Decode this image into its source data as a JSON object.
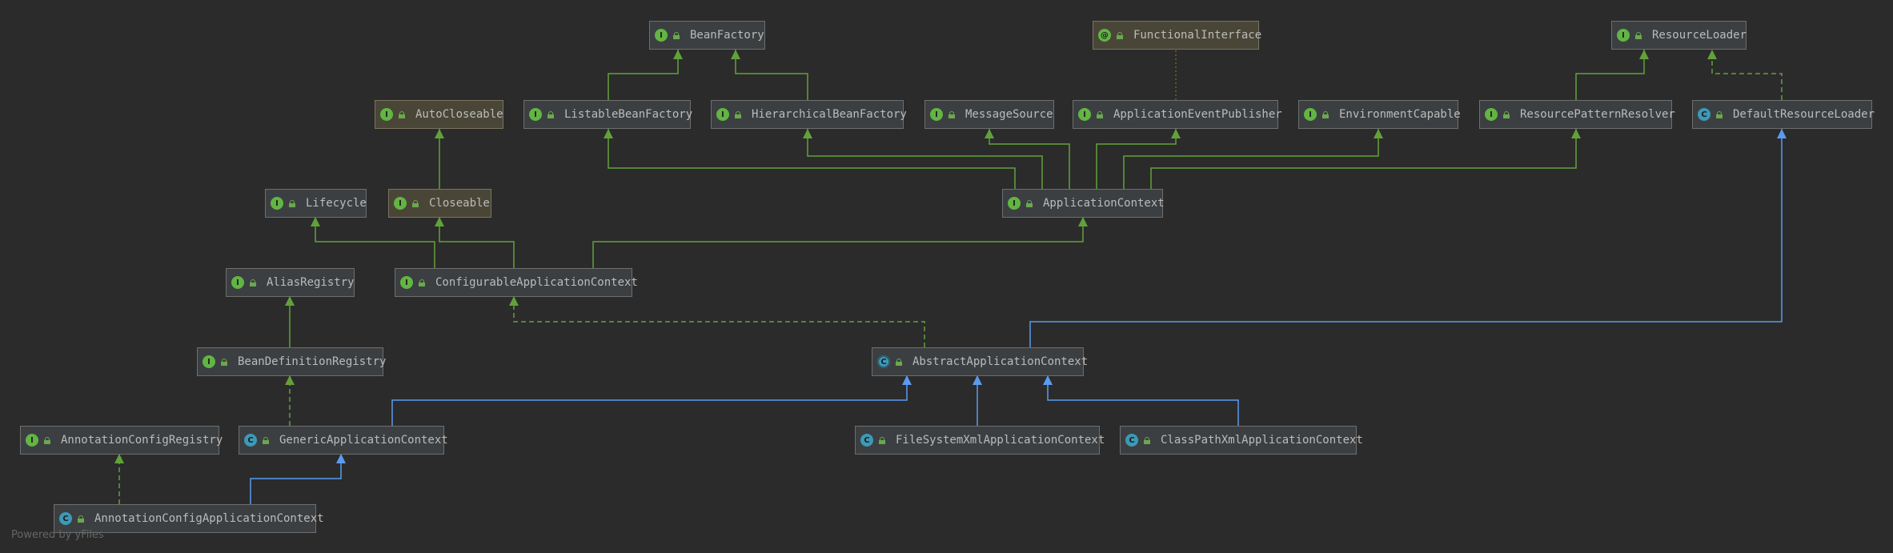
{
  "colors": {
    "background": "#2b2b2b",
    "interface_edge": "#62a13a",
    "class_edge": "#5a9bf0",
    "interface_badge": "#62b543",
    "class_badge": "#3c9ab8"
  },
  "nodes": {
    "bean_factory": {
      "label": "BeanFactory",
      "kind": "interface",
      "kind_glyph": "I"
    },
    "functional_interface": {
      "label": "FunctionalInterface",
      "kind": "annotation",
      "kind_glyph": "@"
    },
    "resource_loader": {
      "label": "ResourceLoader",
      "kind": "interface",
      "kind_glyph": "I"
    },
    "auto_closeable": {
      "label": "AutoCloseable",
      "kind": "interface",
      "kind_glyph": "I"
    },
    "listable_bean_factory": {
      "label": "ListableBeanFactory",
      "kind": "interface",
      "kind_glyph": "I"
    },
    "hierarchical_bean_factory": {
      "label": "HierarchicalBeanFactory",
      "kind": "interface",
      "kind_glyph": "I"
    },
    "message_source": {
      "label": "MessageSource",
      "kind": "interface",
      "kind_glyph": "I"
    },
    "application_event_publisher": {
      "label": "ApplicationEventPublisher",
      "kind": "interface",
      "kind_glyph": "I"
    },
    "environment_capable": {
      "label": "EnvironmentCapable",
      "kind": "interface",
      "kind_glyph": "I"
    },
    "resource_pattern_resolver": {
      "label": "ResourcePatternResolver",
      "kind": "interface",
      "kind_glyph": "I"
    },
    "default_resource_loader": {
      "label": "DefaultResourceLoader",
      "kind": "class",
      "kind_glyph": "C"
    },
    "lifecycle": {
      "label": "Lifecycle",
      "kind": "interface",
      "kind_glyph": "I"
    },
    "closeable": {
      "label": "Closeable",
      "kind": "interface",
      "kind_glyph": "I"
    },
    "application_context": {
      "label": "ApplicationContext",
      "kind": "interface",
      "kind_glyph": "I"
    },
    "alias_registry": {
      "label": "AliasRegistry",
      "kind": "interface",
      "kind_glyph": "I"
    },
    "configurable_application_context": {
      "label": "ConfigurableApplicationContext",
      "kind": "interface",
      "kind_glyph": "I"
    },
    "bean_definition_registry": {
      "label": "BeanDefinitionRegistry",
      "kind": "interface",
      "kind_glyph": "I"
    },
    "abstract_application_context": {
      "label": "AbstractApplicationContext",
      "kind": "abstract",
      "kind_glyph": "C"
    },
    "annotation_config_registry": {
      "label": "AnnotationConfigRegistry",
      "kind": "interface",
      "kind_glyph": "I"
    },
    "generic_application_context": {
      "label": "GenericApplicationContext",
      "kind": "class",
      "kind_glyph": "C"
    },
    "file_system_xml_application_context": {
      "label": "FileSystemXmlApplicationContext",
      "kind": "class",
      "kind_glyph": "C"
    },
    "class_path_xml_application_context": {
      "label": "ClassPathXmlApplicationContext",
      "kind": "class",
      "kind_glyph": "C"
    },
    "annotation_config_application_context": {
      "label": "AnnotationConfigApplicationContext",
      "kind": "class",
      "kind_glyph": "C"
    }
  },
  "edges": [
    {
      "from": "listable_bean_factory",
      "to": "bean_factory",
      "type": "interface-extends"
    },
    {
      "from": "hierarchical_bean_factory",
      "to": "bean_factory",
      "type": "interface-extends"
    },
    {
      "from": "application_event_publisher",
      "to": "functional_interface",
      "type": "annotation"
    },
    {
      "from": "resource_pattern_resolver",
      "to": "resource_loader",
      "type": "interface-extends"
    },
    {
      "from": "default_resource_loader",
      "to": "resource_loader",
      "type": "implements"
    },
    {
      "from": "closeable",
      "to": "auto_closeable",
      "type": "interface-extends"
    },
    {
      "from": "application_context",
      "to": "listable_bean_factory",
      "type": "interface-extends"
    },
    {
      "from": "application_context",
      "to": "hierarchical_bean_factory",
      "type": "interface-extends"
    },
    {
      "from": "application_context",
      "to": "message_source",
      "type": "interface-extends"
    },
    {
      "from": "application_context",
      "to": "application_event_publisher",
      "type": "interface-extends"
    },
    {
      "from": "application_context",
      "to": "environment_capable",
      "type": "interface-extends"
    },
    {
      "from": "application_context",
      "to": "resource_pattern_resolver",
      "type": "interface-extends"
    },
    {
      "from": "configurable_application_context",
      "to": "lifecycle",
      "type": "interface-extends"
    },
    {
      "from": "configurable_application_context",
      "to": "closeable",
      "type": "interface-extends"
    },
    {
      "from": "configurable_application_context",
      "to": "application_context",
      "type": "interface-extends"
    },
    {
      "from": "bean_definition_registry",
      "to": "alias_registry",
      "type": "interface-extends"
    },
    {
      "from": "abstract_application_context",
      "to": "configurable_application_context",
      "type": "implements"
    },
    {
      "from": "abstract_application_context",
      "to": "default_resource_loader",
      "type": "class-extends"
    },
    {
      "from": "generic_application_context",
      "to": "bean_definition_registry",
      "type": "implements"
    },
    {
      "from": "generic_application_context",
      "to": "abstract_application_context",
      "type": "class-extends"
    },
    {
      "from": "file_system_xml_application_context",
      "to": "abstract_application_context",
      "type": "class-extends"
    },
    {
      "from": "class_path_xml_application_context",
      "to": "abstract_application_context",
      "type": "class-extends"
    },
    {
      "from": "annotation_config_application_context",
      "to": "annotation_config_registry",
      "type": "implements"
    },
    {
      "from": "annotation_config_application_context",
      "to": "generic_application_context",
      "type": "class-extends"
    }
  ],
  "footer": "Powered by yFiles"
}
